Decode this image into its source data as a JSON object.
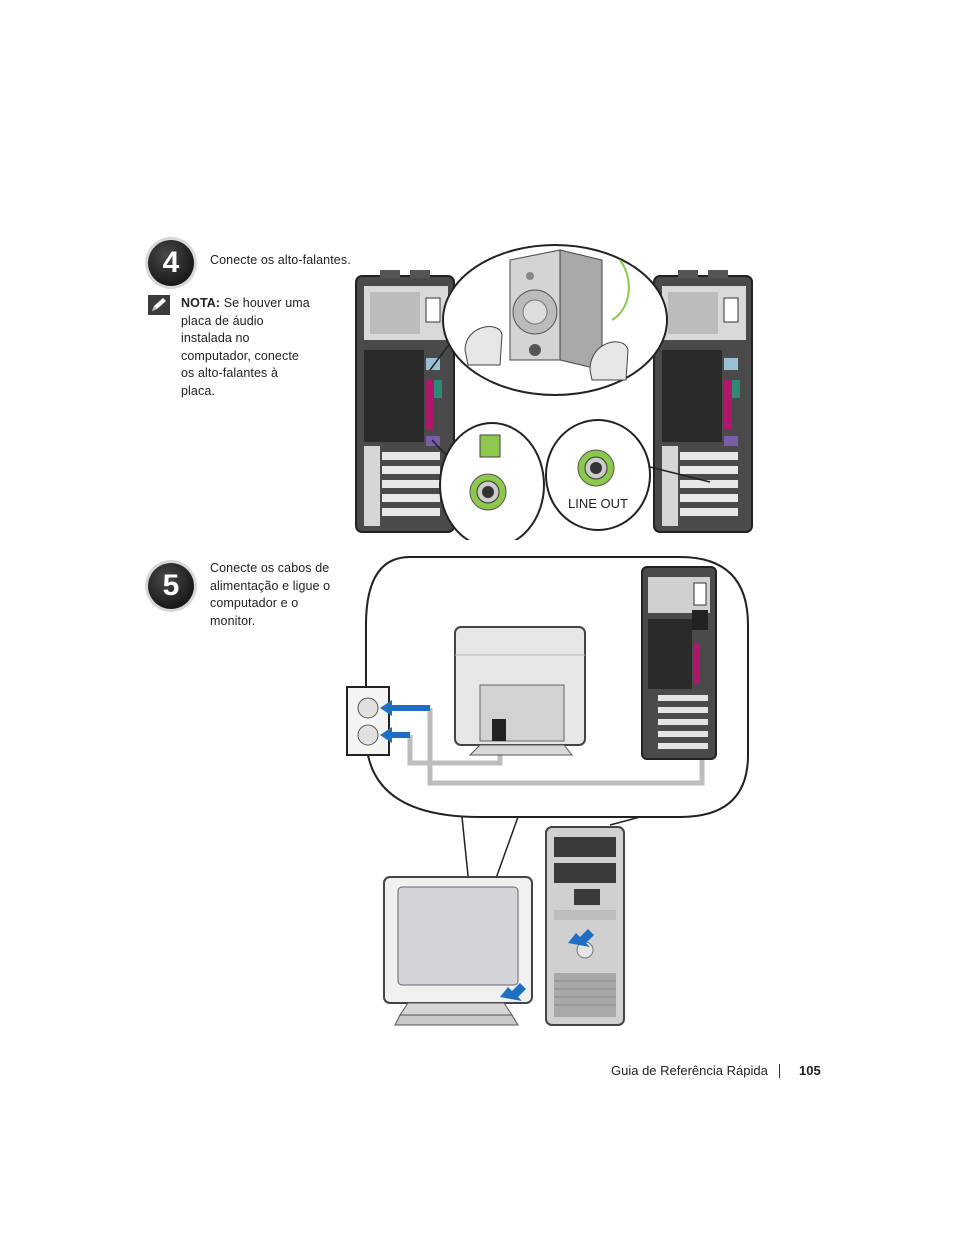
{
  "step4": {
    "number": "4",
    "instruction": "Conecte os alto-falantes.",
    "note_label": "NOTA:",
    "note_lines": [
      "Se houver uma",
      "placa de áudio",
      "instalada no",
      "computador, conecte",
      "os alto-falantes à",
      "placa."
    ],
    "line_out_label": "LINE OUT"
  },
  "step5": {
    "number": "5",
    "instruction_lines": [
      "Conecte os cabos de",
      "alimentação e ligue o",
      "computador e o",
      "monitor."
    ]
  },
  "footer": {
    "title": "Guia de Referência Rápida",
    "page_number": "105"
  },
  "colors": {
    "arrow": "#1e6fc4",
    "audio_green": "#8cc84b",
    "cable_gray": "#bdbdbd",
    "tower_dark": "#3a3a3a"
  }
}
